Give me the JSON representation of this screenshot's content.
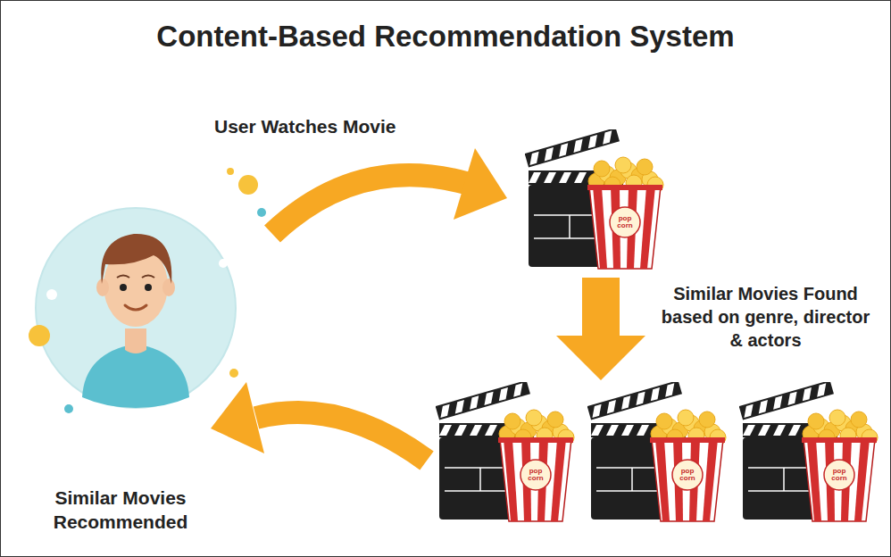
{
  "diagram": {
    "title": "Content-Based Recommendation System",
    "nodes": [
      {
        "text": [
          "pop corn"
        ]
      },
      {
        "text": [
          "pop corn"
        ]
      },
      {
        "text": [
          "pop corn"
        ]
      },
      {
        "text": [
          "pop corn"
        ]
      }
    ],
    "edges": [
      {
        "from": 0,
        "to": 2,
        "arrow": "to"
      }
    ],
    "labels": [
      "User Watches Movie",
      "Similar Movies Found based on genre, director & actors",
      "Similar Movies Recommended"
    ]
  }
}
